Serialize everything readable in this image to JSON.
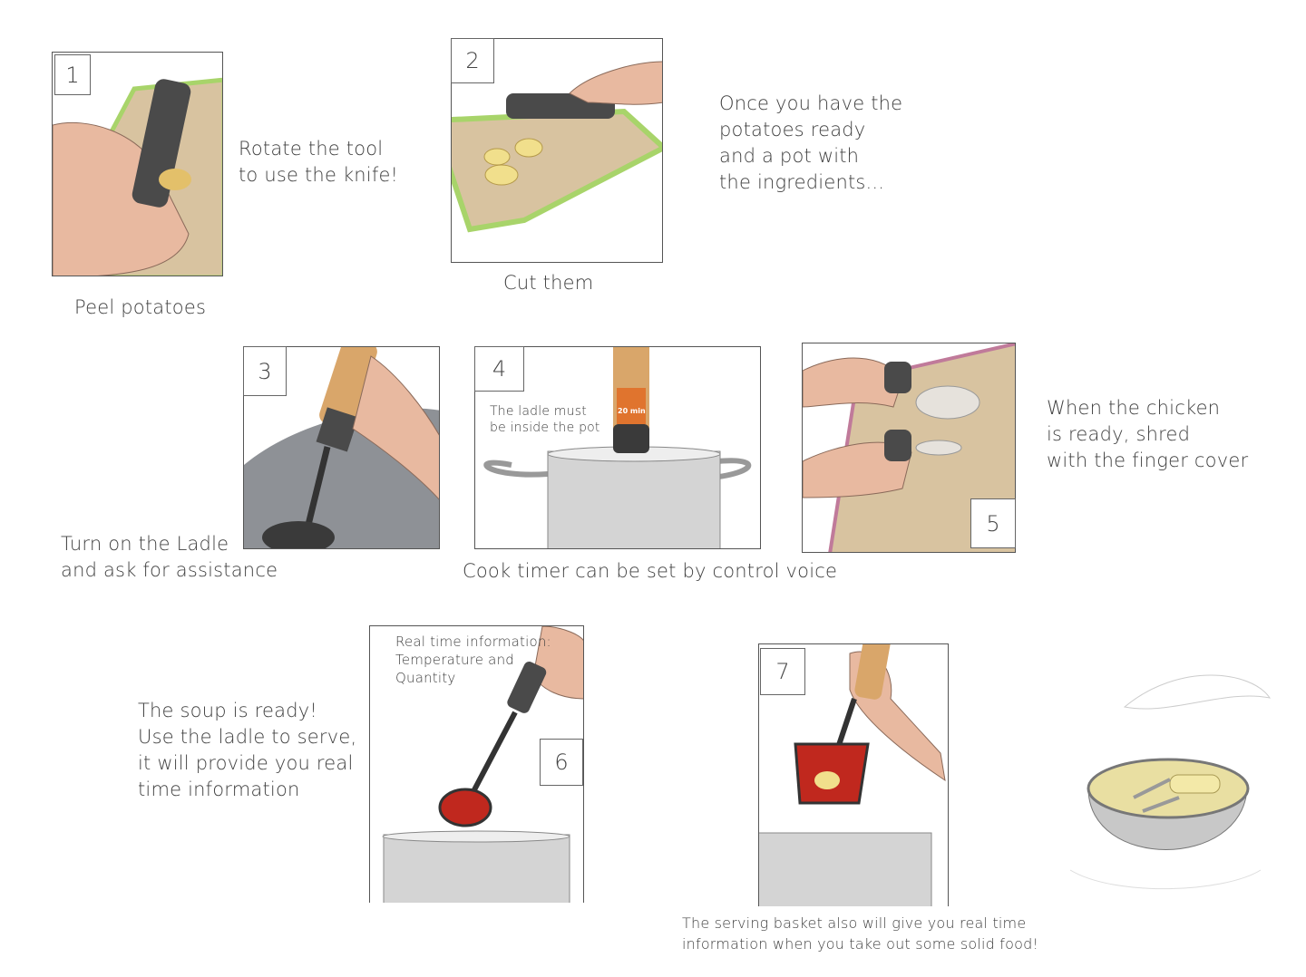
{
  "steps": [
    {
      "number": "1",
      "caption": "Peel potatoes",
      "note_lines": [
        "Rotate the tool",
        "to use the knife!"
      ]
    },
    {
      "number": "2",
      "caption": "Cut them",
      "note_lines": [
        "Once you have the",
        "potatoes ready",
        "and a pot with",
        "the ingredients..."
      ]
    },
    {
      "number": "3",
      "caption_lines": [
        "Turn on the Ladle",
        "and ask for assistance"
      ]
    },
    {
      "number": "4",
      "inset_lines": [
        "The ladle must",
        "be inside the pot"
      ],
      "caption": "Cook timer can be set by control voice",
      "device_display": "20 min"
    },
    {
      "number": "5",
      "note_lines": [
        "When the chicken",
        "is ready, shred",
        "with the finger cover"
      ]
    },
    {
      "number": "6",
      "inset_lines": [
        "Real time information:",
        "Temperature and",
        "Quantity"
      ],
      "note_lines": [
        "The soup is ready!",
        "Use the ladle to serve,",
        "it will provide you real",
        "time information"
      ]
    },
    {
      "number": "7",
      "caption_lines": [
        "The serving basket also will give you real time",
        "information when you take out some solid food!"
      ]
    }
  ],
  "colors": {
    "board": "#d8c3a0",
    "board_edge": "#a8d46a",
    "tool": "#4a4a4a",
    "wood": "#d9a66a",
    "skin": "#e8b9a0",
    "pot": "#c9c9c9",
    "display": "#e0742e",
    "soup": "#c0281e"
  }
}
